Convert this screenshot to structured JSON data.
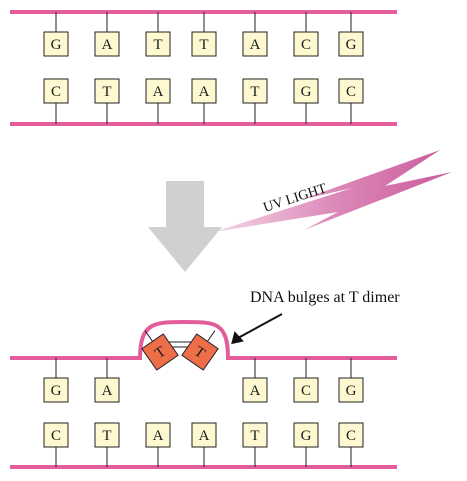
{
  "colors": {
    "strand": "#e25d9a",
    "base_fill": "#fdf8d0",
    "dimer_fill": "#ee6e4a",
    "arrow": "#d0d0d0",
    "uv_bolt": "#d97fb3"
  },
  "before": {
    "top_strand": [
      "G",
      "A",
      "T",
      "T",
      "A",
      "C",
      "G"
    ],
    "bottom_strand": [
      "C",
      "T",
      "A",
      "A",
      "T",
      "G",
      "C"
    ]
  },
  "uv_label": "UV LIGHT",
  "after": {
    "top_strand": [
      "G",
      "A",
      "",
      "",
      "A",
      "C",
      "G"
    ],
    "dimer": [
      "T",
      "T"
    ],
    "bottom_strand": [
      "C",
      "T",
      "A",
      "A",
      "T",
      "G",
      "C"
    ]
  },
  "annotation": "DNA bulges at T dimer"
}
